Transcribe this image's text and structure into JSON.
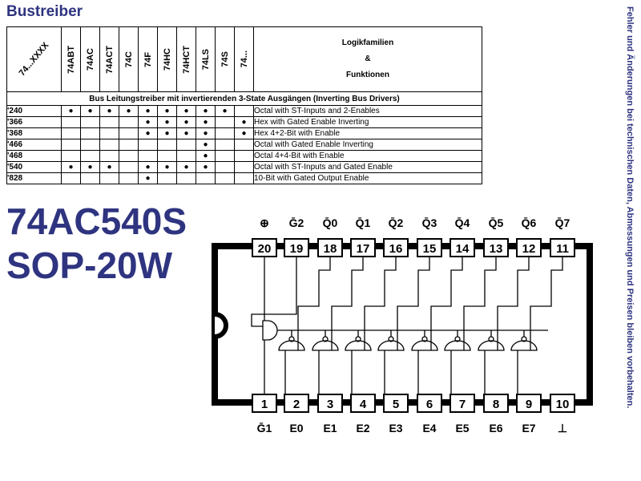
{
  "title": "Bustreiber",
  "side_note": "Fehler und Änderungen bei technischen Daten, Abmessungen und Preisen bleiben vorbehalten.",
  "table": {
    "corner_label": "74...XXXX",
    "columns": [
      "74ABT",
      "74AC",
      "74ACT",
      "74C",
      "74F",
      "74HC",
      "74HCT",
      "74LS",
      "74S",
      "74..."
    ],
    "header_lines": [
      "Logikfamilien",
      "&",
      "Funktionen"
    ],
    "section_title": "Bus Leitungstreiber mit invertierenden 3-State Ausgängen (Inverting Bus Drivers)",
    "dot_symbol": "●",
    "rows": [
      {
        "code": "'240",
        "dots": [
          1,
          1,
          1,
          1,
          1,
          1,
          1,
          1,
          1,
          0
        ],
        "function": "Octal with ST-Inputs and 2-Enables"
      },
      {
        "code": "'366",
        "dots": [
          0,
          0,
          0,
          0,
          1,
          1,
          1,
          1,
          0,
          1
        ],
        "function": "Hex with Gated Enable Inverting"
      },
      {
        "code": "'368",
        "dots": [
          0,
          0,
          0,
          0,
          1,
          1,
          1,
          1,
          0,
          1
        ],
        "function": "Hex 4+2-Bit with Enable"
      },
      {
        "code": "'466",
        "dots": [
          0,
          0,
          0,
          0,
          0,
          0,
          0,
          1,
          0,
          0
        ],
        "function": "Octal with Gated Enable Inverting"
      },
      {
        "code": "'468",
        "dots": [
          0,
          0,
          0,
          0,
          0,
          0,
          0,
          1,
          0,
          0
        ],
        "function": "Octal 4+4-Bit with Enable"
      },
      {
        "code": "'540",
        "dots": [
          1,
          1,
          1,
          0,
          1,
          1,
          1,
          1,
          0,
          0
        ],
        "function": "Octal with ST-Inputs and Gated Enable"
      },
      {
        "code": "'828",
        "dots": [
          0,
          0,
          0,
          0,
          1,
          0,
          0,
          0,
          0,
          0
        ],
        "function": "10-Bit with Gated Output Enable"
      }
    ]
  },
  "part_number": "74AC540S",
  "package": "SOP-20W",
  "pinout": {
    "top_pins": [
      "20",
      "19",
      "18",
      "17",
      "16",
      "15",
      "14",
      "13",
      "12",
      "11"
    ],
    "top_labels": [
      "⊕",
      "Ḡ2",
      "Q̄0",
      "Q̄1",
      "Q̄2",
      "Q̄3",
      "Q̄4",
      "Q̄5",
      "Q̄6",
      "Q̄7"
    ],
    "bottom_pins": [
      "1",
      "2",
      "3",
      "4",
      "5",
      "6",
      "7",
      "8",
      "9",
      "10"
    ],
    "bottom_labels": [
      "Ḡ1",
      "E0",
      "E1",
      "E2",
      "E3",
      "E4",
      "E5",
      "E6",
      "E7",
      "⊥"
    ]
  }
}
